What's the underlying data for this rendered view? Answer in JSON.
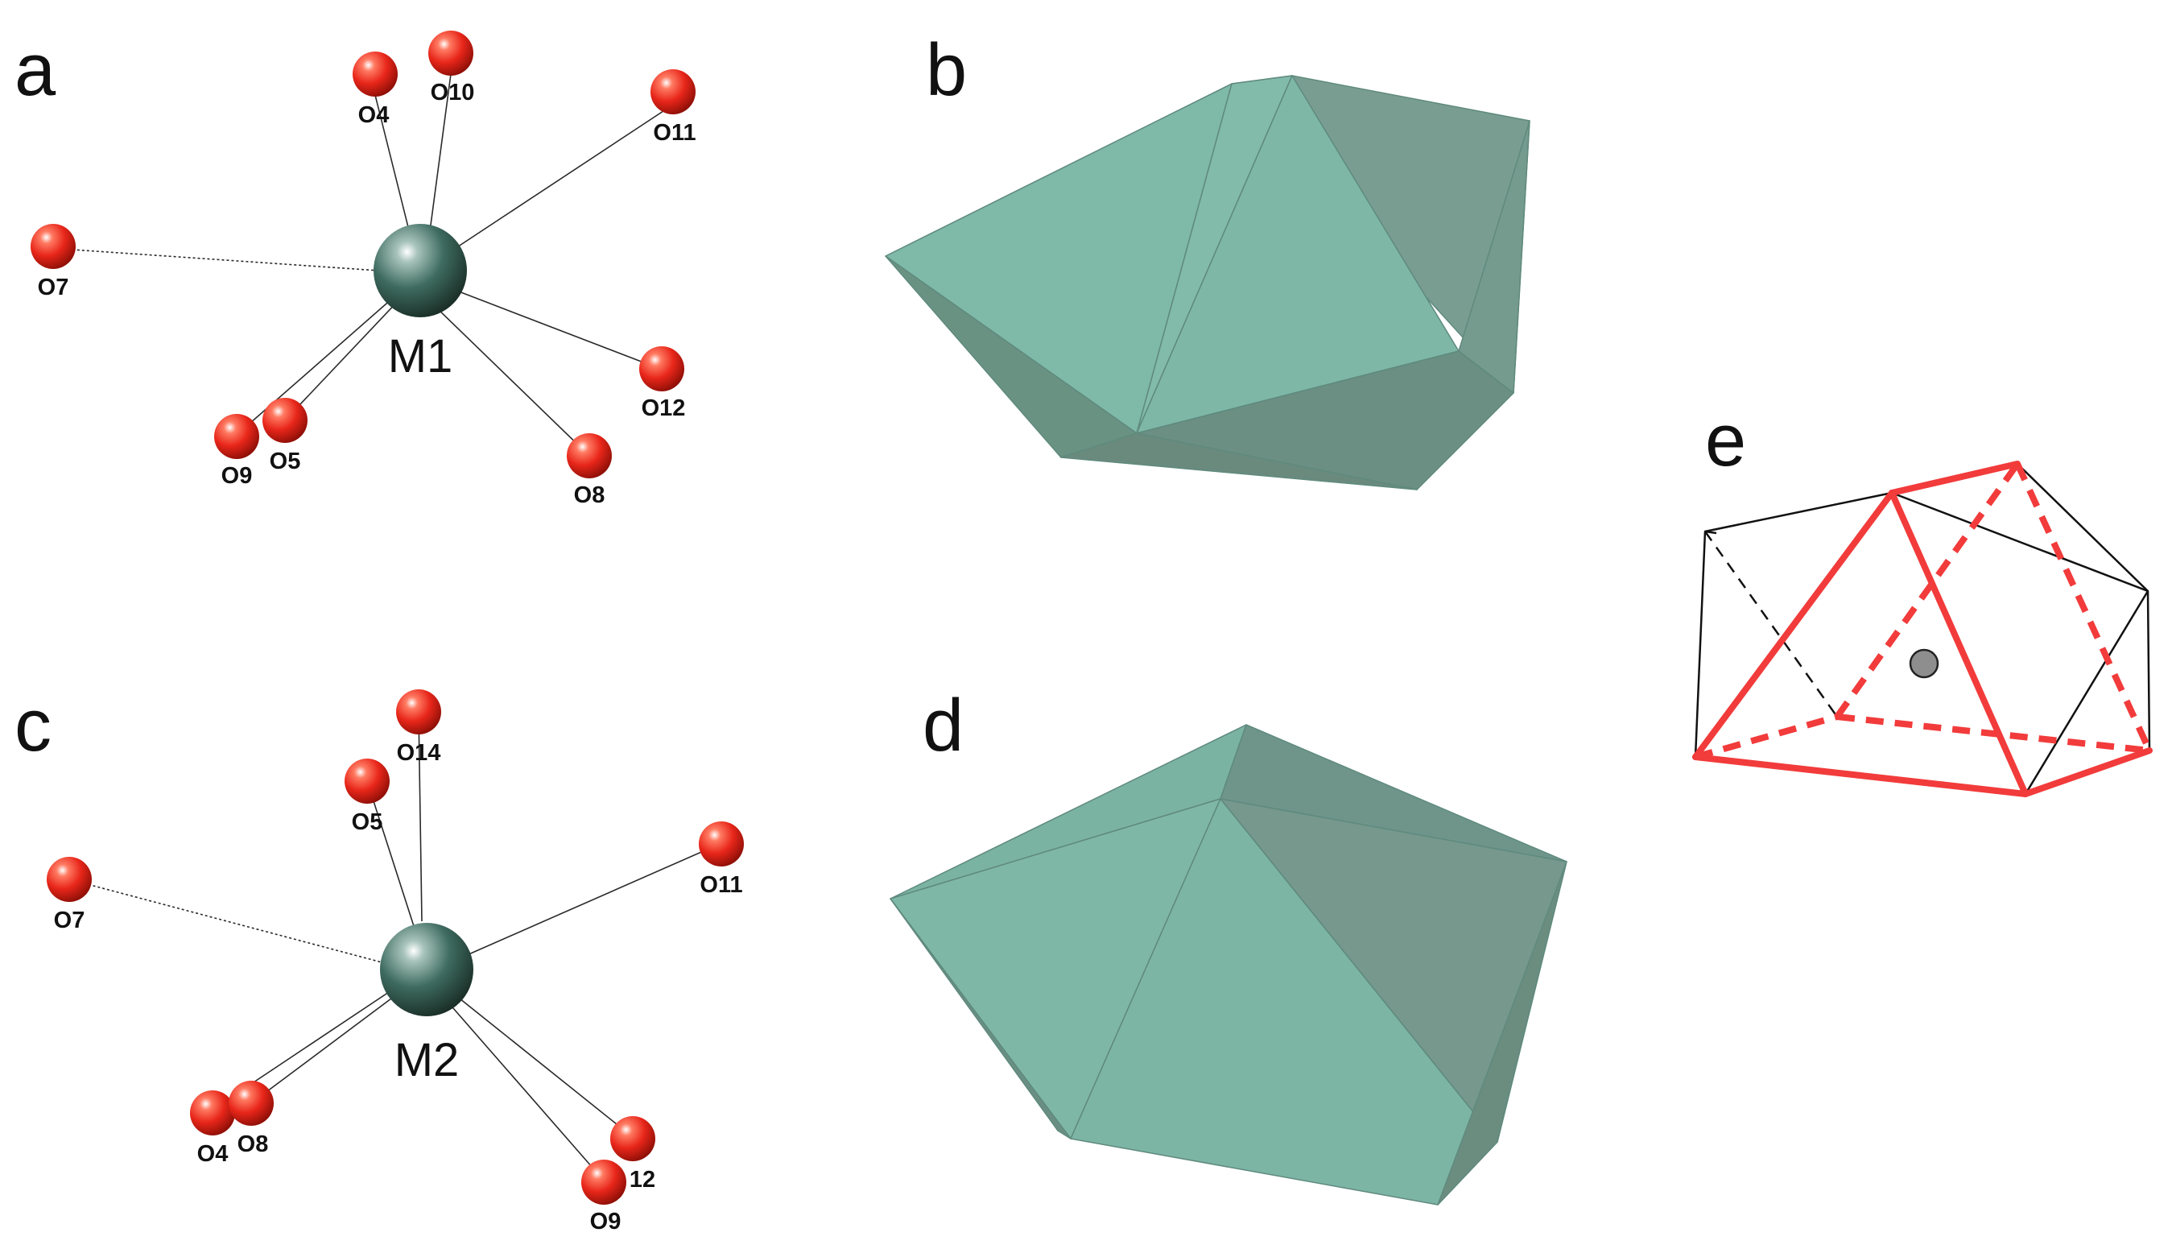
{
  "panels": {
    "a": {
      "letter": "a",
      "metal": "M1",
      "oxygens": [
        "O4",
        "O10",
        "O11",
        "O7",
        "O12",
        "O9",
        "O5",
        "O8"
      ]
    },
    "b": {
      "letter": "b"
    },
    "c": {
      "letter": "c",
      "metal": "M2",
      "oxygens": [
        "O14",
        "O5",
        "O11",
        "O7",
        "O4",
        "O8",
        "12",
        "O9"
      ]
    },
    "d": {
      "letter": "d"
    },
    "e": {
      "letter": "e"
    }
  },
  "colors": {
    "oxygen": "#e8261a",
    "metal": "#33594f",
    "polyhedron": "#7fb9a8",
    "highlight": "#f23b3b"
  }
}
